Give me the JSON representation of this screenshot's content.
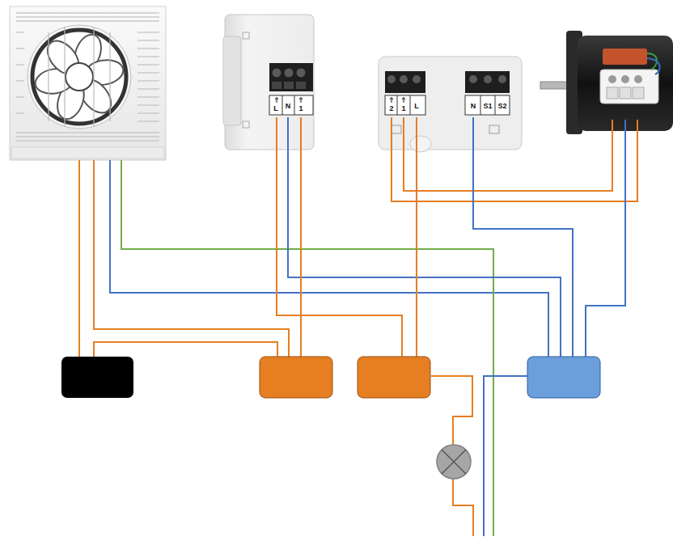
{
  "diagram": {
    "labels": [
      "L",
      "N",
      "1",
      "2",
      "1",
      "L",
      "N",
      "S1",
      "S2"
    ]
  }
}
